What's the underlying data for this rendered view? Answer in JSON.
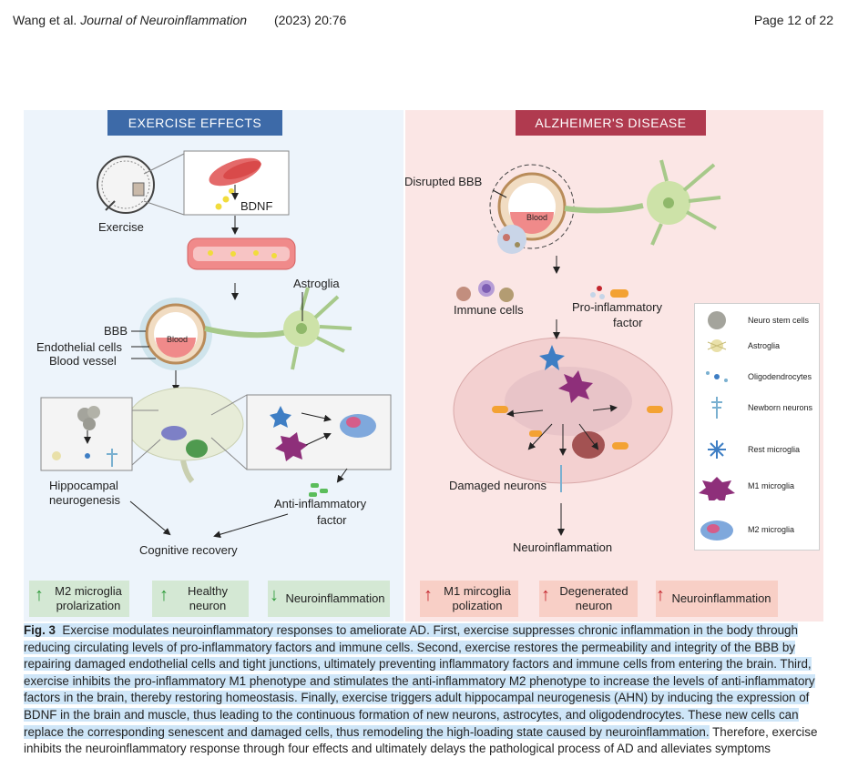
{
  "header": {
    "authors": "Wang et al.",
    "journal": "Journal of Neuroinflammation",
    "volume": "(2023) 20:76",
    "page": "Page 12 of 22"
  },
  "figure": {
    "left_panel": {
      "banner": "EXERCISE  EFFECTS",
      "labels": {
        "exercise": "Exercise",
        "bdnf": "BDNF",
        "astroglia": "Astroglia",
        "bbb": "BBB",
        "endothelial": "Endothelial cells",
        "blood_vessel": "Blood vessel",
        "blood": "Blood",
        "hippo_1": "Hippocampal",
        "hippo_2": "neurogenesis",
        "anti_1": "Anti-inflammatory",
        "anti_2": "factor",
        "cognitive": "Cognitive recovery"
      },
      "boxes": [
        {
          "line1": "M2 microglia",
          "line2": "prolarization"
        },
        {
          "line1": "Healthy",
          "line2": "neuron"
        },
        {
          "line1": "Neuroinflammation",
          "line2": ""
        }
      ]
    },
    "right_panel": {
      "banner": "ALZHEIMER'S DISEASE",
      "labels": {
        "disrupted": "Disrupted BBB",
        "blood": "Blood",
        "immune": "Immune cells",
        "pro_1": "Pro-inflammatory",
        "pro_2": "factor",
        "damaged": "Damaged neurons",
        "neuroinflammation": "Neuroinflammation"
      },
      "boxes": [
        {
          "line1": "M1 mircoglia",
          "line2": "polization"
        },
        {
          "line1": "Degenerated",
          "line2": "neuron"
        },
        {
          "line1": "Neuroinflammation",
          "line2": ""
        }
      ]
    },
    "legend": [
      {
        "label": "Neuro stem cells",
        "icon": "neuro-stem-cell-icon"
      },
      {
        "label": "Astroglia",
        "icon": "astroglia-icon"
      },
      {
        "label": "Oligodendrocytes",
        "icon": "oligodendrocyte-icon"
      },
      {
        "label": "Newborn neurons",
        "icon": "newborn-neuron-icon"
      },
      {
        "label": "Rest microglia",
        "icon": "rest-microglia-icon"
      },
      {
        "label": "M1 microglia",
        "icon": "m1-microglia-icon"
      },
      {
        "label": "M2 microglia",
        "icon": "m2-microglia-icon"
      }
    ],
    "colors": {
      "left_bg": "#edf4fb",
      "right_bg": "#fbe6e5",
      "banner_blue": "#3d6aa8",
      "banner_red": "#b03a4f",
      "green_arrow": "#2e9b3a",
      "red_arrow": "#c4262e"
    }
  },
  "caption": {
    "fig_label": "Fig. 3",
    "highlighted": "Exercise modulates neuroinflammatory responses to ameliorate AD. First, exercise suppresses chronic inflammation in the body through reducing circulating levels of pro-inflammatory factors and immune cells. Second, exercise restores the permeability and integrity of the BBB by repairing damaged endothelial cells and tight junctions, ultimately preventing inflammatory factors and immune cells from entering the brain. Third, exercise inhibits the pro-inflammatory M1 phenotype and stimulates the anti-inflammatory M2 phenotype to increase the levels of anti-inflammatory factors in the brain, thereby restoring homeostasis. Finally, exercise triggers adult hippocampal neurogenesis (AHN) by inducing the expression of BDNF in the brain and muscle, thus leading to the continuous formation of new neurons, astrocytes, and oligodendrocytes. These new cells can replace the corresponding senescent and damaged cells, thus remodeling the high-loading state caused by neuroinflammation.",
    "rest": "Therefore, exercise inhibits the neuroinflammatory response through four effects and ultimately delays the pathological process of AD and alleviates symptoms"
  }
}
